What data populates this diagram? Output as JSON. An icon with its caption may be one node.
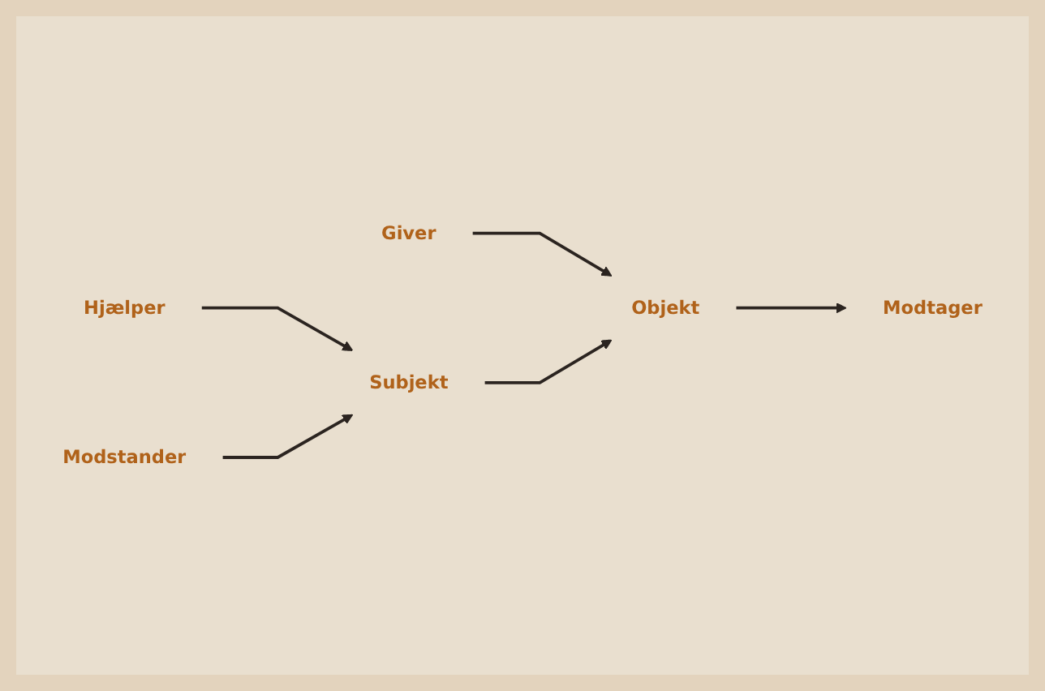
{
  "diagram": {
    "nodes": [
      {
        "text": [
          "Giver"
        ]
      },
      {
        "text": [
          "Objekt"
        ]
      },
      {
        "text": [
          "Modtager"
        ]
      },
      {
        "text": [
          "Hjælper"
        ]
      },
      {
        "text": [
          "Subjekt"
        ]
      },
      {
        "text": [
          "Modstander"
        ]
      }
    ],
    "edges": [
      {
        "from": 0,
        "to": 1,
        "arrow": "to"
      },
      {
        "from": 1,
        "to": 2,
        "arrow": "to"
      },
      {
        "from": 4,
        "to": 1,
        "arrow": "to"
      },
      {
        "from": 3,
        "to": 4,
        "arrow": "to"
      },
      {
        "from": 5,
        "to": 4,
        "arrow": "to"
      }
    ]
  }
}
